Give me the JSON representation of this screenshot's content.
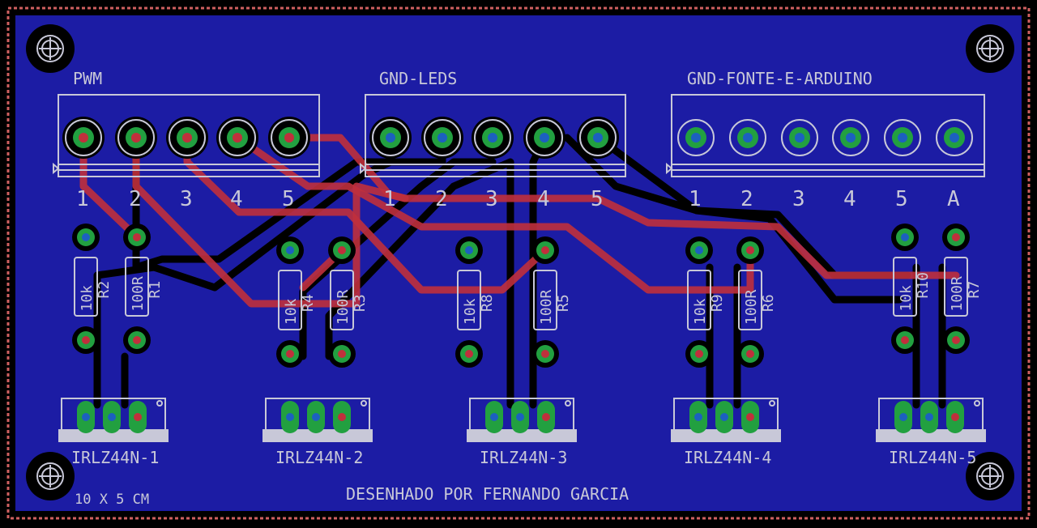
{
  "board": {
    "size_label": "10 X 5 CM",
    "credit": "DESENHADO POR FERNANDO GARCIA",
    "colors": {
      "board": "#1c1ca4",
      "top_trace": "#c0303c",
      "bottom_trace": "#000000",
      "pad": "#22a040",
      "silk": "#c8c8d8"
    }
  },
  "connectors": [
    {
      "label": "PWM",
      "pins": [
        "1",
        "2",
        "3",
        "4",
        "5"
      ]
    },
    {
      "label": "GND-LEDS",
      "pins": [
        "1",
        "2",
        "3",
        "4",
        "5"
      ]
    },
    {
      "label": "GND-FONTE-E-ARDUINO",
      "pins": [
        "1",
        "2",
        "3",
        "4",
        "5",
        "A"
      ]
    }
  ],
  "resistors": [
    {
      "name": "R2",
      "value": "10k"
    },
    {
      "name": "R1",
      "value": "100R"
    },
    {
      "name": "R4",
      "value": "10k"
    },
    {
      "name": "R3",
      "value": "100R"
    },
    {
      "name": "R8",
      "value": "10k"
    },
    {
      "name": "R5",
      "value": "100R"
    },
    {
      "name": "R9",
      "value": "10k"
    },
    {
      "name": "R6",
      "value": "100R"
    },
    {
      "name": "R10",
      "value": "10k"
    },
    {
      "name": "R7",
      "value": "100R"
    }
  ],
  "transistors": [
    {
      "label": "IRLZ44N-1"
    },
    {
      "label": "IRLZ44N-2"
    },
    {
      "label": "IRLZ44N-3"
    },
    {
      "label": "IRLZ44N-4"
    },
    {
      "label": "IRLZ44N-5"
    }
  ]
}
